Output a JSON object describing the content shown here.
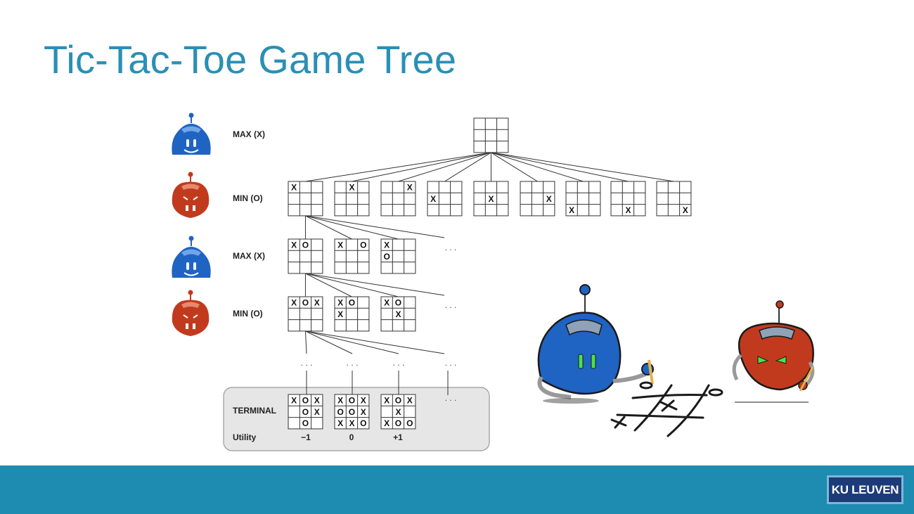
{
  "title": "Tic-Tac-Toe Game Tree",
  "logo_text": "KU LEUVEN",
  "levels": [
    {
      "label": "MAX (X)",
      "agent": "max"
    },
    {
      "label": "MIN (O)",
      "agent": "min"
    },
    {
      "label": "MAX (X)",
      "agent": "max"
    },
    {
      "label": "MIN (O)",
      "agent": "min"
    }
  ],
  "terminal_label": "TERMINAL",
  "utility_label": "Utility",
  "ellipsis": ". . .",
  "utilities": [
    "−1",
    "0",
    "+1"
  ],
  "boards": {
    "root": [
      "",
      "",
      "",
      "",
      "",
      "",
      "",
      "",
      ""
    ],
    "level1": [
      [
        "X",
        "",
        "",
        "",
        "",
        "",
        "",
        "",
        ""
      ],
      [
        "",
        "X",
        "",
        "",
        "",
        "",
        "",
        "",
        ""
      ],
      [
        "",
        "",
        "X",
        "",
        "",
        "",
        "",
        "",
        ""
      ],
      [
        "",
        "",
        "",
        "X",
        "",
        "",
        "",
        "",
        ""
      ],
      [
        "",
        "",
        "",
        "",
        "X",
        "",
        "",
        "",
        ""
      ],
      [
        "",
        "",
        "",
        "",
        "",
        "X",
        "",
        "",
        ""
      ],
      [
        "",
        "",
        "",
        "",
        "",
        "",
        "X",
        "",
        ""
      ],
      [
        "",
        "",
        "",
        "",
        "",
        "",
        "",
        "X",
        ""
      ],
      [
        "",
        "",
        "",
        "",
        "",
        "",
        "",
        "",
        "X"
      ]
    ],
    "level2": [
      [
        "X",
        "O",
        "",
        "",
        "",
        "",
        "",
        "",
        ""
      ],
      [
        "X",
        "",
        "O",
        "",
        "",
        "",
        "",
        "",
        ""
      ],
      [
        "X",
        "",
        "",
        "O",
        "",
        "",
        "",
        "",
        ""
      ]
    ],
    "level3": [
      [
        "X",
        "O",
        "X",
        "",
        "",
        "",
        "",
        "",
        ""
      ],
      [
        "X",
        "O",
        "",
        "X",
        "",
        "",
        "",
        "",
        ""
      ],
      [
        "X",
        "O",
        "",
        "",
        "X",
        "",
        "",
        "",
        ""
      ]
    ],
    "terminal": [
      [
        "X",
        "O",
        "X",
        "",
        "O",
        "X",
        "",
        "O",
        ""
      ],
      [
        "X",
        "O",
        "X",
        "O",
        "O",
        "X",
        "X",
        "X",
        "O"
      ],
      [
        "X",
        "O",
        "X",
        "",
        "X",
        "",
        "X",
        "O",
        "O"
      ]
    ]
  },
  "colors": {
    "title": "#2a8fb5",
    "footer": "#1e8bb1",
    "max_robot": "#1f63c3",
    "min_robot": "#c23a1d",
    "terminal_box": "#e6e6e6"
  }
}
